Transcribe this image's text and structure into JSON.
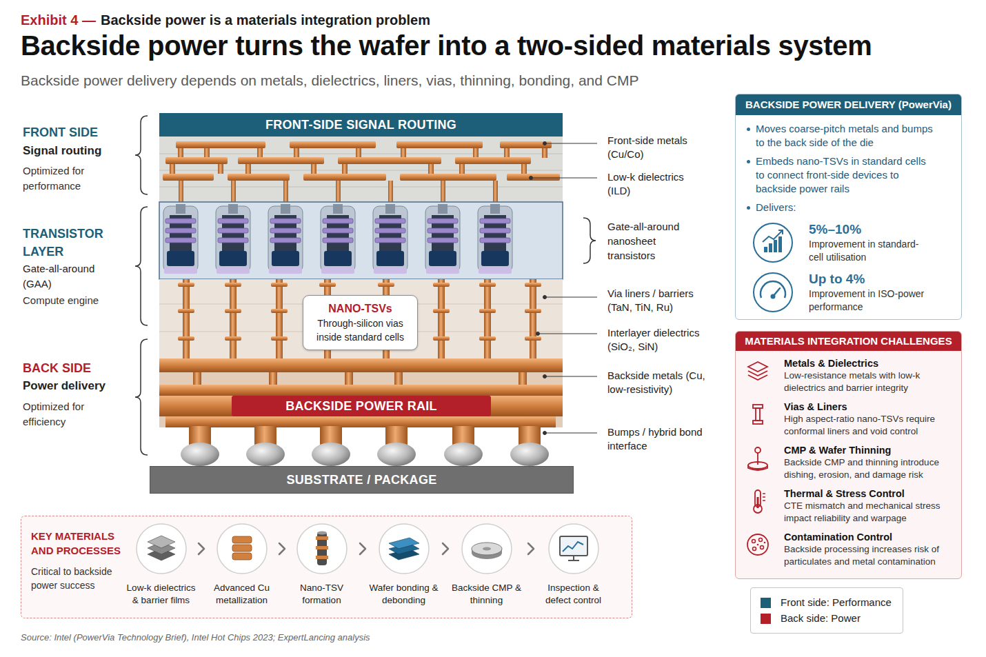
{
  "diagram": {
    "title": "Backside power turns the wafer into a two-sided materials system",
    "caption": "Source: Intel (PowerVia Technology Brief), Intel Hot Chips 2023; ExpertLancing analysis",
    "nodes": [
      {
        "text": [
          "FRONT-SIDE SIGNAL ROUTING"
        ]
      },
      {
        "text": [
          "NANO-TSVs",
          "Through-silicon vias inside standard cells"
        ]
      },
      {
        "text": [
          "BACKSIDE POWER RAIL"
        ]
      },
      {
        "text": [
          "SUBSTRATE / PACKAGE"
        ]
      },
      {
        "text": [
          "BACKSIDE POWER DELIVERY (PowerVia)",
          "Moves coarse-pitch metals and bumps to the back side of the die",
          "Embeds nano-TSVs in standard cells to connect front-side devices to backside power rails",
          "Delivers:",
          "5%–10%",
          "Improvement in standard-cell utilisation",
          "Up to 4%",
          "Improvement in ISO-power performance"
        ]
      },
      {
        "text": [
          "MATERIALS INTEGRATION CHALLENGES",
          "Metals & Dielectrics",
          "Low-resistance metals with low-k dielectrics and barrier integrity",
          "Vias & Liners",
          "High aspect-ratio nano-TSVs require conformal liners and void control",
          "CMP & Wafer Thinning",
          "Backside CMP and thinning introduce dishing, erosion, and damage risk",
          "Thermal & Stress Control",
          "CTE mismatch and mechanical stress impact reliability and warpage",
          "Contamination Control",
          "Backside processing increases risk of particulates and metal contamination"
        ]
      },
      {
        "text": [
          "KEY MATERIALS AND PROCESSES",
          "Critical to backside power success"
        ]
      },
      {
        "text": [
          "Low-k dielectrics & barrier films"
        ],
        "in": 6
      },
      {
        "text": [
          "Advanced Cu metallization"
        ],
        "in": 6
      },
      {
        "text": [
          "Nano-TSV formation"
        ],
        "in": 6
      },
      {
        "text": [
          "Wafer bonding & debonding"
        ],
        "in": 6
      },
      {
        "text": [
          "Backside CMP & thinning"
        ],
        "in": 6
      },
      {
        "text": [
          "Inspection & defect control"
        ],
        "in": 6
      }
    ],
    "labels": [
      "Exhibit 4 —",
      "Backside power is a materials integration problem",
      "Backside power delivery depends on metals, dielectrics, liners, vias, thinning, bonding, and CMP",
      "FRONT SIDE",
      "Signal routing",
      "Optimized for performance",
      "TRANSISTOR LAYER",
      "Gate-all-around (GAA)",
      "Compute engine",
      "BACK SIDE",
      "Power delivery",
      "Optimized for efficiency",
      "Front-side metals (Cu/Co)",
      "Low-k dielectrics (ILD)",
      "Gate-all-around nanosheet transistors",
      "Via liners / barriers (TaN, TiN, Ru)",
      "Interlayer dielectrics (SiO₂, SiN)",
      "Backside metals (Cu, low-resistivity)",
      "Bumps / hybrid bond interface"
    ],
    "legend": [
      {
        "text": "Front side: Performance",
        "color": "#1d5f78"
      },
      {
        "text": "Back side: Power",
        "color": "#b3202a"
      }
    ]
  }
}
